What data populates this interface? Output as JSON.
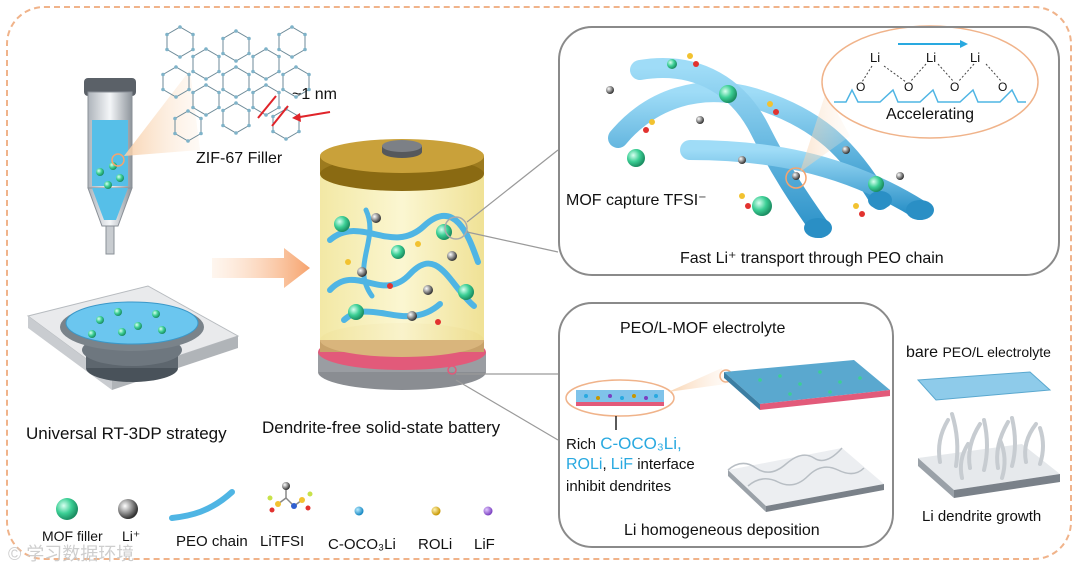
{
  "labels": {
    "filler": "ZIF-67 Filler",
    "pore_size": "~1 nm",
    "strategy": "Universal  RT-3DP strategy",
    "battery": "Dendrite-free  solid-state  battery",
    "mof_capture": "MOF capture TFSI⁻",
    "fast_transport": "Fast Li⁺ transport  through  PEO chain",
    "accelerating": "Accelerating",
    "li": "Li",
    "o": "O",
    "peo_mof": "PEO/L-MOF electrolyte",
    "bare_prefix": "bare ",
    "bare_rest": "PEO/L electrolyte",
    "rich": "Rich ",
    "c_oco3li": "C-OCO₃Li,",
    "roli": "ROLi",
    "comma": ", ",
    "lif": "LiF",
    "interface": " interface",
    "inhibit": "inhibit dendrites",
    "homogeneous": "Li homogeneous  deposition",
    "dendrite_growth": "Li dendrite growth"
  },
  "legend": [
    {
      "label": "MOF filler",
      "icon": "mof-filler-icon"
    },
    {
      "label": "Li⁺",
      "icon": "li-ion-icon"
    },
    {
      "label": "PEO chain",
      "icon": "peo-chain-icon"
    },
    {
      "label": "LiTFSI",
      "icon": "litfsi-icon"
    },
    {
      "label": "C-OCO₃Li",
      "icon": "c-oco3li-icon"
    },
    {
      "label": "ROLi",
      "icon": "roli-icon"
    },
    {
      "label": "LiF",
      "icon": "lif-icon"
    }
  ],
  "watermark": "© 学习数据环境",
  "colors": {
    "mof": "#3ccf95",
    "peo": "#4fb5e4",
    "dashed_border": "#f0b38a",
    "accent_text": "#29a9e0",
    "anode": "#c8a26a",
    "cap": "#9c7a1e",
    "red_layer": "#e25a7a"
  }
}
